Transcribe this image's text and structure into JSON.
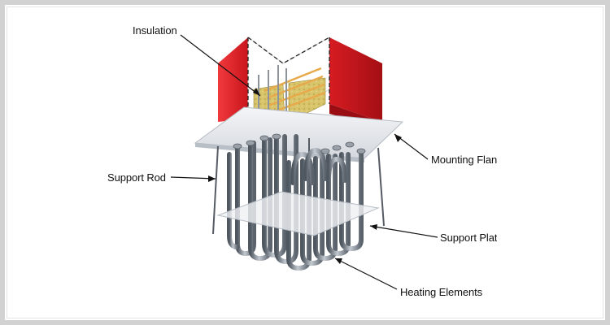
{
  "labels": {
    "insulation": "Insulation",
    "mounting_flange": "Mounting Flang",
    "support_rod": "Support Rod",
    "support_plate": "Support Plat",
    "heating_elements": "Heating Elements"
  },
  "colors": {
    "housing_red": "#e0262c",
    "housing_red_dark": "#b8161b",
    "insulation": "#d9c56a",
    "flange": "#e8eaee",
    "element_steel": "#6f7883",
    "background": "#ffffff"
  }
}
